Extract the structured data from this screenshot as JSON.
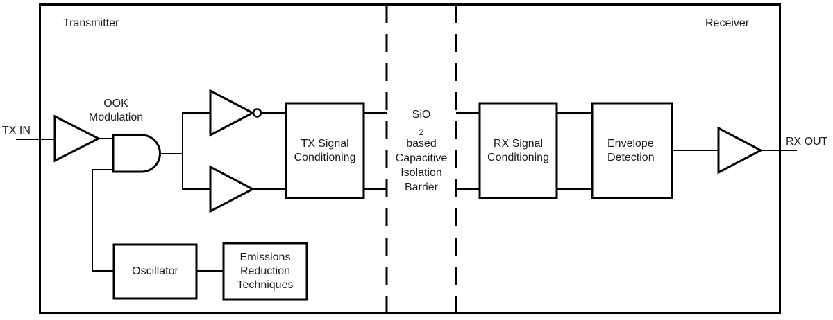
{
  "diagram": {
    "regions": {
      "transmitter": "Transmitter",
      "receiver": "Receiver"
    },
    "ports": {
      "tx_in": "TX IN",
      "rx_out": "RX OUT"
    },
    "ook_label": {
      "line1": "OOK",
      "line2": "Modulation"
    },
    "blocks": {
      "tx_conditioning": {
        "line1": "TX Signal",
        "line2": "Conditioning"
      },
      "rx_conditioning": {
        "line1": "RX Signal",
        "line2": "Conditioning"
      },
      "envelope": {
        "line1": "Envelope",
        "line2": "Detection"
      },
      "oscillator": {
        "line1": "Oscillator"
      },
      "emissions": {
        "line1": "Emissions",
        "line2": "Reduction",
        "line3": "Techniques"
      }
    },
    "barrier": {
      "line1_base": "SiO",
      "line1_sub": "2",
      "line1_rest": "based",
      "line2": "Capacitive",
      "line3": "Isolation",
      "line4": "Barrier"
    },
    "symbols": {
      "input_gate": "buffer-triangle",
      "modulator_gate": "and-gate",
      "top_driver": "inverter-triangle-with-bubble",
      "bottom_driver": "buffer-triangle",
      "output_gate": "buffer-triangle"
    },
    "colors": {
      "line": "#000000",
      "text": "#1a1a1a",
      "background": "#ffffff"
    }
  }
}
